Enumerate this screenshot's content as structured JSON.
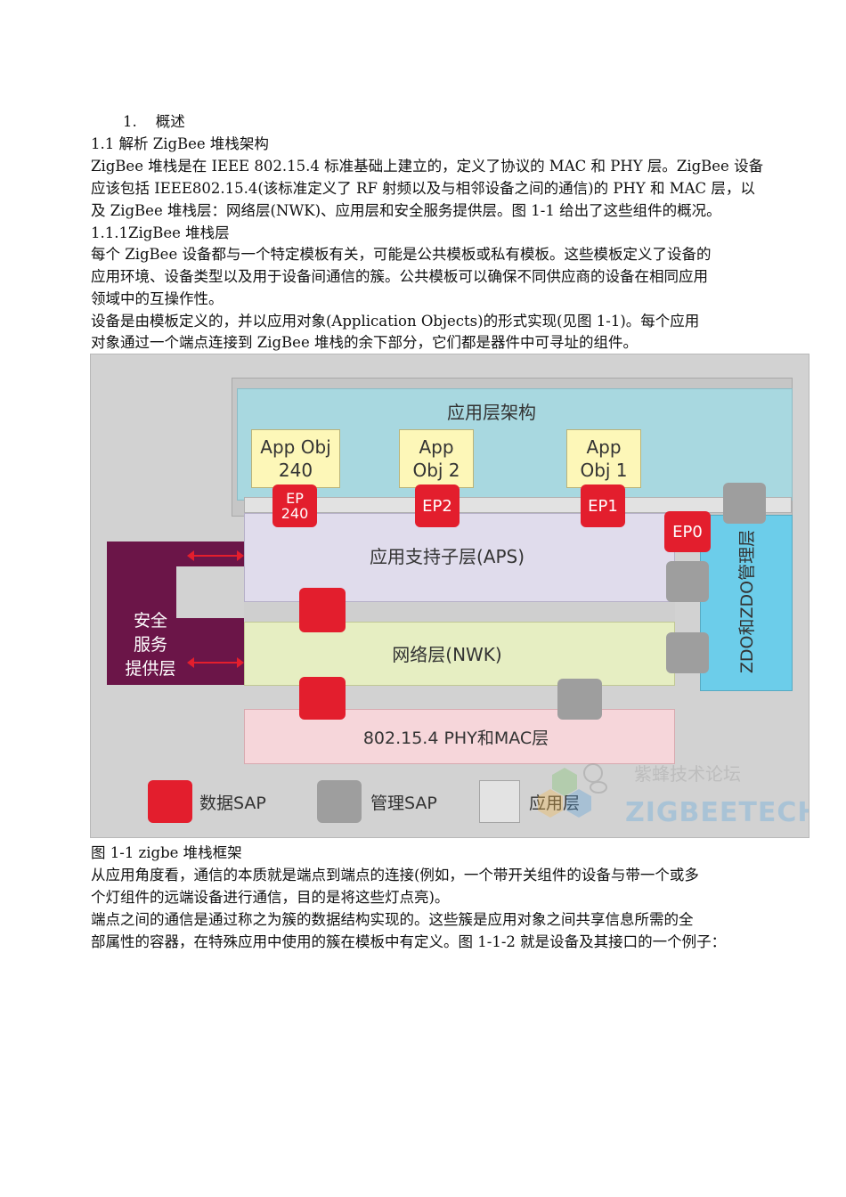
{
  "document": {
    "heading_num": "1.",
    "heading_title": "概述",
    "section_1_1": "1.1 解析 ZigBee 堆栈架构",
    "para1": [
      "ZigBee 堆栈是在 IEEE  802.15.4 标准基础上建立的，定义了协议的 MAC 和 PHY 层。ZigBee 设备",
      "应该包括 IEEE802.15.4(该标准定义了 RF 射频以及与相邻设备之间的通信)的 PHY 和 MAC 层，以",
      "及 ZigBee 堆栈层：网络层(NWK)、应用层和安全服务提供层。图 1-1 给出了这些组件的概况。"
    ],
    "section_1_1_1": "1.1.1ZigBee 堆栈层",
    "para2": [
      "每个 ZigBee 设备都与一个特定模板有关，可能是公共模板或私有模板。这些模板定义了设备的",
      "应用环境、设备类型以及用于设备间通信的簇。公共模板可以确保不同供应商的设备在相同应用",
      "领域中的互操作性。"
    ],
    "para3": [
      "设备是由模板定义的，并以应用对象(Application Objects)的形式实现(见图 1-1)。每个应用",
      "对象通过一个端点连接到 ZigBee 堆栈的余下部分，它们都是器件中可寻址的组件。"
    ],
    "fig_caption": "图 1-1  zigbe 堆栈框架",
    "para4": [
      "从应用角度看，通信的本质就是端点到端点的连接(例如，一个带开关组件的设备与带一个或多",
      "个灯组件的远端设备进行通信，目的是将这些灯点亮)。"
    ],
    "para5": [
      "端点之间的通信是通过称之为簇的数据结构实现的。这些簇是应用对象之间共享信息所需的全",
      "部属性的容器，在特殊应用中使用的簇在模板中有定义。图 1-1-2 就是设备及其接口的一个例子："
    ]
  },
  "figure": {
    "app_layer": "应用层架构",
    "app_obj_240": [
      "App Obj",
      "240"
    ],
    "app_obj_2": [
      "App",
      "Obj 2"
    ],
    "app_obj_1": [
      "App",
      "Obj 1"
    ],
    "ep240": [
      "EP",
      "240"
    ],
    "ep2": "EP2",
    "ep1": "EP1",
    "ep0": "EP0",
    "aps": "应用支持子层(APS)",
    "nwk": "网络层(NWK)",
    "phy_mac": "802.15.4 PHY和MAC层",
    "security": [
      "安全",
      "服务",
      "提供层"
    ],
    "zdo": "ZDO和ZDO管理层",
    "legend_data_sap": "数据SAP",
    "legend_mgmt_sap": "管理SAP",
    "legend_app_layer": "应用层",
    "watermark_cn": "紫蜂技术论坛",
    "watermark_en": "ZIGBEETECH",
    "colors": {
      "data_sap": "#e31e2d",
      "mgmt_sap": "#9e9e9e",
      "app_layer": "#a8d8e0",
      "aps": "#e0dcec",
      "nwk": "#e6eec2",
      "phy": "#f6d6da",
      "security": "#6b1548",
      "zdo": "#6ccdea"
    }
  }
}
